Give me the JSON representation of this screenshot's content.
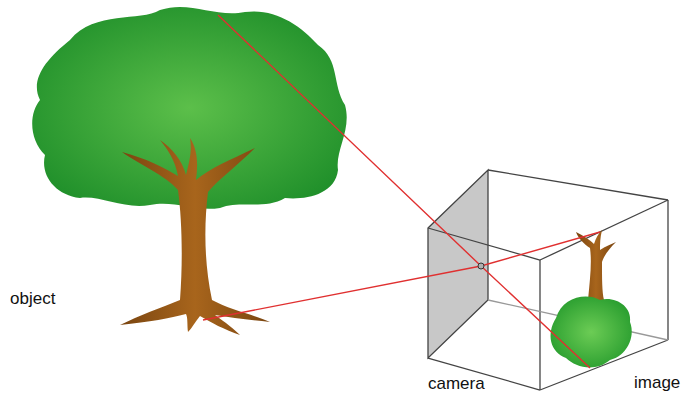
{
  "diagram": {
    "labels": [
      "object",
      "camera",
      "image"
    ]
  }
}
